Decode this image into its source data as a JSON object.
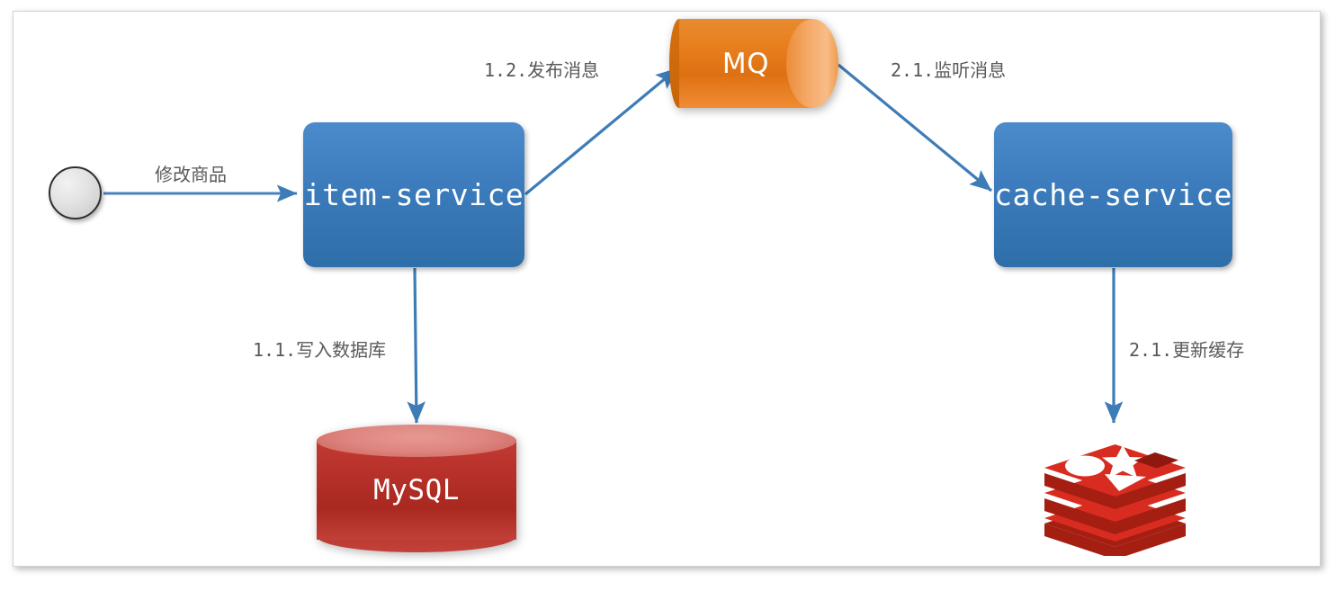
{
  "diagram": {
    "title": "Cache synchronization via message queue",
    "colors": {
      "service_blue": "#3E7DBE",
      "mq_orange": "#E8801F",
      "mysql_red": "#B8322B",
      "redis_red": "#D82C20",
      "redis_red_dark": "#A41E11",
      "arrow_blue": "#3E7CB8",
      "label_gray": "#595959",
      "canvas_white": "#FFFFFF",
      "canvas_border": "#D2D2D2"
    },
    "nodes": {
      "start": {
        "name": "start-node",
        "shape": "circle",
        "label": ""
      },
      "item_service": {
        "name": "item-service",
        "shape": "rounded-rect",
        "label": "item-service"
      },
      "mq": {
        "name": "mq",
        "shape": "horizontal-cylinder",
        "label": "MQ"
      },
      "cache_service": {
        "name": "cache-service",
        "shape": "rounded-rect",
        "label": "cache-service"
      },
      "mysql": {
        "name": "mysql",
        "shape": "vertical-cylinder",
        "label": "MySQL"
      },
      "redis": {
        "name": "redis",
        "shape": "logo",
        "label": ""
      }
    },
    "edges": [
      {
        "id": "e-start-item",
        "from": "start",
        "to": "item_service",
        "label": "修改商品"
      },
      {
        "id": "e-item-mq",
        "from": "item_service",
        "to": "mq",
        "label": "1.2.发布消息"
      },
      {
        "id": "e-mq-cache",
        "from": "mq",
        "to": "cache_service",
        "label": "2.1.监听消息"
      },
      {
        "id": "e-item-mysql",
        "from": "item_service",
        "to": "mysql",
        "label": "1.1.写入数据库"
      },
      {
        "id": "e-cache-redis",
        "from": "cache_service",
        "to": "redis",
        "label": "2.1.更新缓存"
      }
    ]
  }
}
